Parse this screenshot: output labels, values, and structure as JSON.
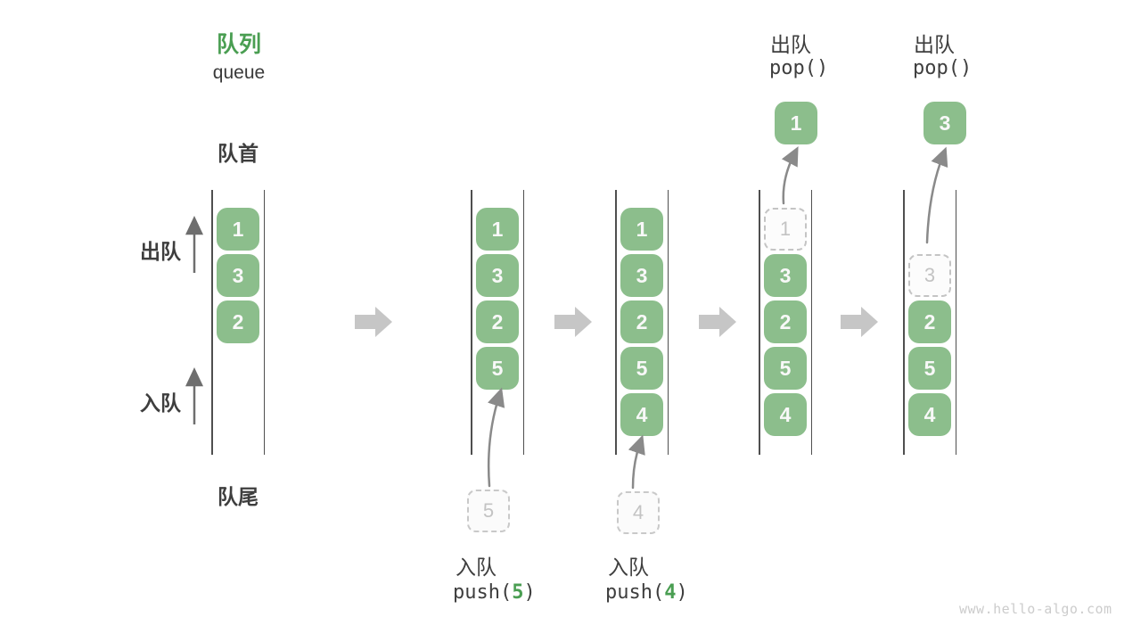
{
  "title": {
    "zh": "队列",
    "en": "queue"
  },
  "side_labels": {
    "front": "队首",
    "rear": "队尾",
    "dequeue": "出队",
    "enqueue": "入队"
  },
  "states": [
    {
      "cells": [
        "1",
        "3",
        "2"
      ]
    },
    {
      "cells": [
        "1",
        "3",
        "2",
        "5"
      ]
    },
    {
      "cells": [
        "1",
        "3",
        "2",
        "5",
        "4"
      ]
    },
    {
      "ghost": "1",
      "cells": [
        "3",
        "2",
        "5",
        "4"
      ]
    },
    {
      "ghost": "3",
      "cells": [
        "2",
        "5",
        "4"
      ]
    }
  ],
  "ops": {
    "push": [
      {
        "label": "入队",
        "call_open": "push(",
        "arg": "5",
        "call_close": ")",
        "staged": "5"
      },
      {
        "label": "入队",
        "call_open": "push(",
        "arg": "4",
        "call_close": ")",
        "staged": "4"
      }
    ],
    "pop": [
      {
        "label": "出队",
        "call": "pop()",
        "popped": "1"
      },
      {
        "label": "出队",
        "call": "pop()",
        "popped": "3"
      }
    ]
  },
  "watermark": "www.hello-algo.com",
  "colors": {
    "box_green": "#8cbe8c",
    "accent_green": "#4a9e52",
    "text_dark": "#3e3e3e",
    "block_arrow_gray": "#c6c6c6",
    "thin_arrow_gray": "#8a8a8a",
    "queue_line_gray": "#4f4f4f",
    "ghost_gray": "#c4c4c4"
  }
}
